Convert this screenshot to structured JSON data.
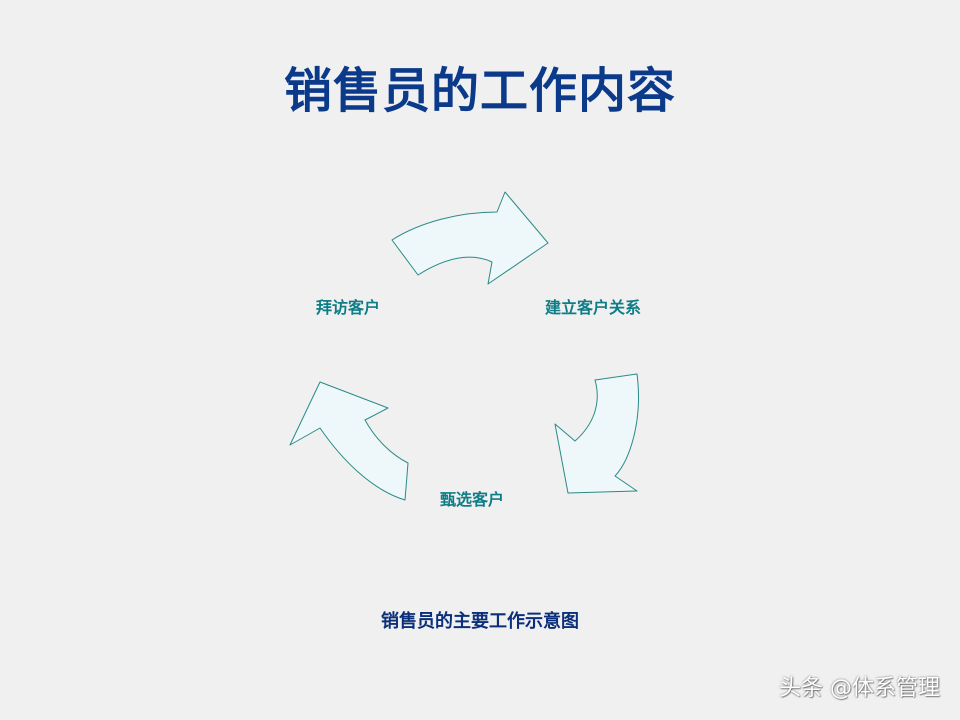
{
  "slide": {
    "title": "销售员的工作内容",
    "caption": "销售员的主要工作示意图"
  },
  "diagram": {
    "type": "cycle",
    "steps": [
      {
        "label": "建立客户关系"
      },
      {
        "label": "甄选客户"
      },
      {
        "label": "拜访客户"
      }
    ],
    "arrow_fill": "#eef8fb",
    "arrow_stroke": "#2a8a86"
  },
  "watermark": {
    "text": "头条 @体系管理"
  },
  "colors": {
    "background": "#f0f0f0",
    "title": "#0b3a8a",
    "step_label": "#0e7d86",
    "caption": "#0b2f7a"
  }
}
